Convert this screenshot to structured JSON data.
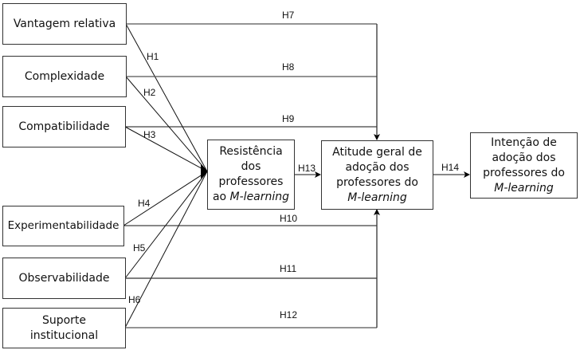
{
  "diagram": {
    "constructs": [
      {
        "id": "vantagem",
        "label": "Vantagem relativa"
      },
      {
        "id": "complexidade",
        "label": "Complexidade"
      },
      {
        "id": "compatibilidade",
        "label": "Compatibilidade"
      },
      {
        "id": "experimentabilidade",
        "label": "Experimentabilidade"
      },
      {
        "id": "observabilidade",
        "label": "Observabilidade"
      },
      {
        "id": "suporte",
        "label_line1": "Suporte",
        "label_line2": "institucional"
      }
    ],
    "resistencia": {
      "line1": "Resistência",
      "line2": "dos",
      "line3": "professores",
      "line4_prefix": "ao ",
      "line4_italic": "M-learning"
    },
    "atitude": {
      "line1": "Atitude geral de",
      "line2": "adoção dos",
      "line3": "professores do",
      "line4_italic": "M-learning"
    },
    "intencao": {
      "line1": "Intenção de",
      "line2": "adoção dos",
      "line3": "professores do",
      "line4_italic": "M-learning"
    },
    "hypotheses": {
      "h1": "H1",
      "h2": "H2",
      "h3": "H3",
      "h4": "H4",
      "h5": "H5",
      "h6": "H6",
      "h7": "H7",
      "h8": "H8",
      "h9": "H9",
      "h10": "H10",
      "h11": "H11",
      "h12": "H12",
      "h13": "H13",
      "h14": "H14"
    }
  }
}
